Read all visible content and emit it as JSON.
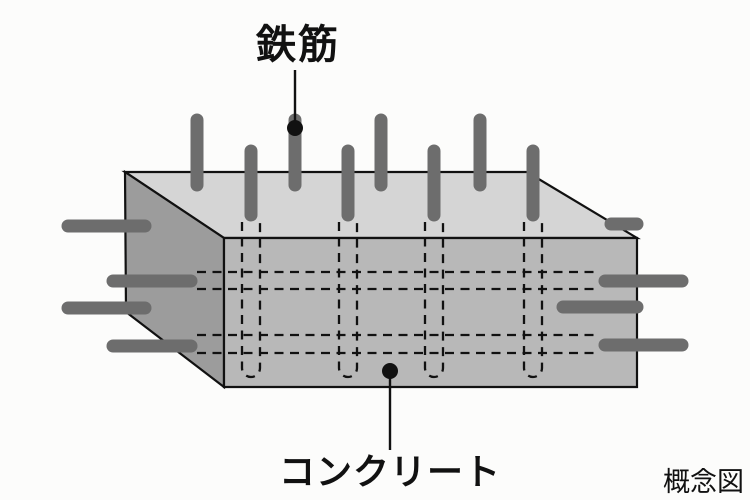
{
  "labels": {
    "rebar": "鉄筋",
    "concrete": "コンクリート",
    "caption": "概念図"
  },
  "colors": {
    "background": "#fcfcfb",
    "box_top": "#d5d5d5",
    "box_front": "#b8b8b8",
    "box_side": "#9c9c9c",
    "rebar": "#6d6d6d",
    "line": "#111111"
  },
  "rebar_layout": {
    "top_back_row_rods": 4,
    "top_front_row_rods": 4,
    "left_side_rods": 4,
    "right_side_rods": 4,
    "embedded_dashed_vertical_bars": 4,
    "embedded_dashed_horizontal_bars": 2
  }
}
